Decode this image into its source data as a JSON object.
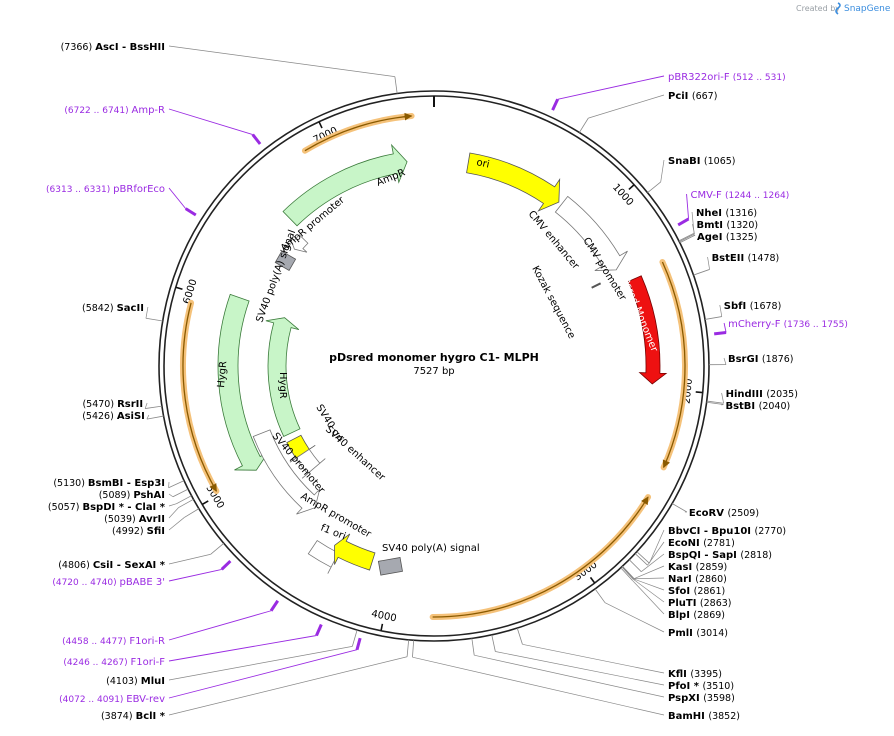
{
  "header": {
    "created_by": "Created by",
    "brand": "SnapGene"
  },
  "plasmid": {
    "name": "pDsred monomer hygro C1- MLPH",
    "length_label": "7527 bp",
    "length_bp": 7527
  },
  "colors": {
    "feature_yellow": "#ffff00",
    "feature_green": "#c8f5c8",
    "feature_red": "#ee1111",
    "feature_gray": "#a6a9b0",
    "orf_orange": "#f5c27a",
    "orf_dark": "#8a5a00",
    "primer_purple": "#9a2be2",
    "line_gray": "#888888"
  },
  "ticks": [
    {
      "bp": 1000,
      "label": "1000"
    },
    {
      "bp": 2000,
      "label": "2000"
    },
    {
      "bp": 3000,
      "label": "3000"
    },
    {
      "bp": 4000,
      "label": "4000"
    },
    {
      "bp": 5000,
      "label": "5000"
    },
    {
      "bp": 6000,
      "label": "6000"
    },
    {
      "bp": 7000,
      "label": "7000"
    }
  ],
  "sites": [
    {
      "pos": "(7366)",
      "name": "AscI   - BssHII",
      "bp": 7366,
      "side": "left",
      "labelRow": 50
    },
    {
      "pos": "(667)",
      "name": "PciI",
      "bp": 667,
      "side": "right",
      "labelRow": 99
    },
    {
      "pos": "(1065)",
      "name": "SnaBI",
      "bp": 1065,
      "side": "right",
      "labelRow": 164
    },
    {
      "pos": "(1316)",
      "name": "NheI",
      "bp": 1316,
      "side": "right",
      "labelRow": 216
    },
    {
      "pos": "(1320)",
      "name": "BmtI",
      "bp": 1320,
      "side": "right",
      "labelRow": 228
    },
    {
      "pos": "(1325)",
      "name": "AgeI",
      "bp": 1325,
      "side": "right",
      "labelRow": 240
    },
    {
      "pos": "(1478)",
      "name": "BstEII",
      "bp": 1478,
      "side": "right",
      "labelRow": 261
    },
    {
      "pos": "(1678)",
      "name": "SbfI",
      "bp": 1678,
      "side": "right",
      "labelRow": 309
    },
    {
      "pos": "(1876)",
      "name": "BsrGI",
      "bp": 1876,
      "side": "right",
      "labelRow": 362
    },
    {
      "pos": "(2035)",
      "name": "HindIII",
      "bp": 2035,
      "side": "right",
      "labelRow": 397
    },
    {
      "pos": "(2040)",
      "name": "BstBI",
      "bp": 2040,
      "side": "right",
      "labelRow": 409
    },
    {
      "pos": "(2509)",
      "name": "EcoRV",
      "bp": 2509,
      "side": "right",
      "labelRow": 516
    },
    {
      "pos": "(2770)",
      "name": "BbvCI   - Bpu10I",
      "bp": 2770,
      "side": "right",
      "labelRow": 534
    },
    {
      "pos": "(2781)",
      "name": "EcoNI",
      "bp": 2781,
      "side": "right",
      "labelRow": 546
    },
    {
      "pos": "(2818)",
      "name": "BspQI   - SapI",
      "bp": 2818,
      "side": "right",
      "labelRow": 558
    },
    {
      "pos": "(2859)",
      "name": "KasI",
      "bp": 2859,
      "side": "right",
      "labelRow": 570
    },
    {
      "pos": "(2860)",
      "name": "NarI",
      "bp": 2860,
      "side": "right",
      "labelRow": 582
    },
    {
      "pos": "(2861)",
      "name": "SfoI",
      "bp": 2861,
      "side": "right",
      "labelRow": 594
    },
    {
      "pos": "(2863)",
      "name": "PluTI",
      "bp": 2863,
      "side": "right",
      "labelRow": 606
    },
    {
      "pos": "(2869)",
      "name": "BlpI",
      "bp": 2869,
      "side": "right",
      "labelRow": 618
    },
    {
      "pos": "(3014)",
      "name": "PmlI",
      "bp": 3014,
      "side": "right",
      "labelRow": 636
    },
    {
      "pos": "(3395)",
      "name": "KflI",
      "bp": 3395,
      "side": "right",
      "labelRow": 677
    },
    {
      "pos": "(3510)",
      "name": "PfoI *",
      "bp": 3510,
      "side": "right",
      "labelRow": 689
    },
    {
      "pos": "(3598)",
      "name": "PspXI",
      "bp": 3598,
      "side": "right",
      "labelRow": 701
    },
    {
      "pos": "(3852)",
      "name": "BamHI",
      "bp": 3852,
      "side": "right",
      "labelRow": 719
    },
    {
      "pos": "(3874)",
      "name": "BclI *",
      "bp": 3874,
      "side": "left",
      "labelRow": 719
    },
    {
      "pos": "(4103)",
      "name": "MluI",
      "bp": 4103,
      "side": "left",
      "labelRow": 684
    },
    {
      "pos": "(4806)",
      "name": "CsiI   - SexAI *",
      "bp": 4806,
      "side": "left",
      "labelRow": 568
    },
    {
      "pos": "(4992)",
      "name": "SfiI",
      "bp": 4992,
      "side": "left",
      "labelRow": 534
    },
    {
      "pos": "(5039)",
      "name": "AvrII",
      "bp": 5039,
      "side": "left",
      "labelRow": 522
    },
    {
      "pos": "(5057)",
      "name": "BspDI *   - ClaI *",
      "bp": 5057,
      "side": "left",
      "labelRow": 510
    },
    {
      "pos": "(5089)",
      "name": "PshAI",
      "bp": 5089,
      "side": "left",
      "labelRow": 498
    },
    {
      "pos": "(5130)",
      "name": "BsmBI   - Esp3I",
      "bp": 5130,
      "side": "left",
      "labelRow": 486
    },
    {
      "pos": "(5426)",
      "name": "AsiSI",
      "bp": 5426,
      "side": "left",
      "labelRow": 419
    },
    {
      "pos": "(5470)",
      "name": "RsrII",
      "bp": 5470,
      "side": "left",
      "labelRow": 407
    },
    {
      "pos": "(5842)",
      "name": "SacII",
      "bp": 5842,
      "side": "left",
      "labelRow": 311
    }
  ],
  "primers": [
    {
      "name": "pBR322ori-F",
      "range": "(512 .. 531)",
      "bp": 520,
      "side": "right",
      "labelRow": 80
    },
    {
      "name": "CMV-F",
      "range": "(1244 .. 1264)",
      "bp": 1254,
      "side": "right",
      "labelRow": 198
    },
    {
      "name": "mCherry-F",
      "range": "(1736 .. 1755)",
      "bp": 1745,
      "side": "right",
      "labelRow": 327
    },
    {
      "name": "pBABE 3'",
      "range": "(4720 .. 4740)",
      "bp": 4730,
      "side": "left",
      "labelRow": 585
    },
    {
      "name": "F1ori-R",
      "range": "(4458 .. 4477)",
      "bp": 4467,
      "side": "left",
      "labelRow": 644
    },
    {
      "name": "F1ori-F",
      "range": "(4246 .. 4267)",
      "bp": 4256,
      "side": "left",
      "labelRow": 665
    },
    {
      "name": "EBV-rev",
      "range": "(4072 .. 4091)",
      "bp": 4081,
      "side": "left",
      "labelRow": 702
    },
    {
      "name": "pBRforEco",
      "range": "(6313 .. 6331)",
      "bp": 6322,
      "side": "left",
      "labelRow": 192
    },
    {
      "name": "Amp-R",
      "range": "(6722 .. 6741)",
      "bp": 6731,
      "side": "left",
      "labelRow": 113
    }
  ],
  "features": {
    "ori": "ori",
    "cmv_enhancer": "CMV enhancer",
    "cmv_promoter": "CMV promoter",
    "kozak": "Kozak sequence",
    "dsred": "Dsred-Monomer",
    "ampr": "AmpR",
    "ampr_promoter": "AmpR promoter",
    "sv40_polya": "SV40 poly(A) signal",
    "hygr": "HygR",
    "sv40_ori": "SV40 ori",
    "sv40_enhancer": "SV40 enhancer",
    "sv40_promoter": "SV40 promoter",
    "f1_ori": "f1 ori"
  }
}
